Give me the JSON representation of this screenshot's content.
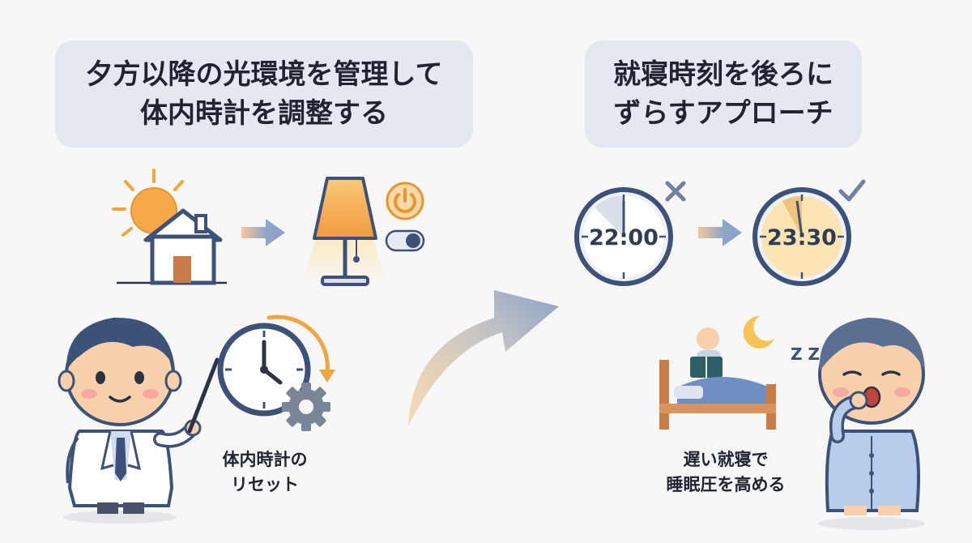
{
  "left": {
    "title_line1": "夕方以降の光環境を管理して",
    "title_line2": "体内時計を調整する",
    "caption_line1": "体内時計の",
    "caption_line2": "リセット"
  },
  "right": {
    "title_line1": "就寝時刻を後ろに",
    "title_line2": "ずらすアプローチ",
    "clock_before": "22:00",
    "clock_after": "23:30",
    "caption_line1": "遅い就寝で",
    "caption_line2": "睡眠圧を高める"
  },
  "icons": {
    "sleep_symbol": "Z Z"
  },
  "colors": {
    "title_bg": "#e3e8f1",
    "clock_ring": "#3d5278",
    "warm_accent": "#f0a640",
    "arrow_blue": "#8ea3c8"
  }
}
